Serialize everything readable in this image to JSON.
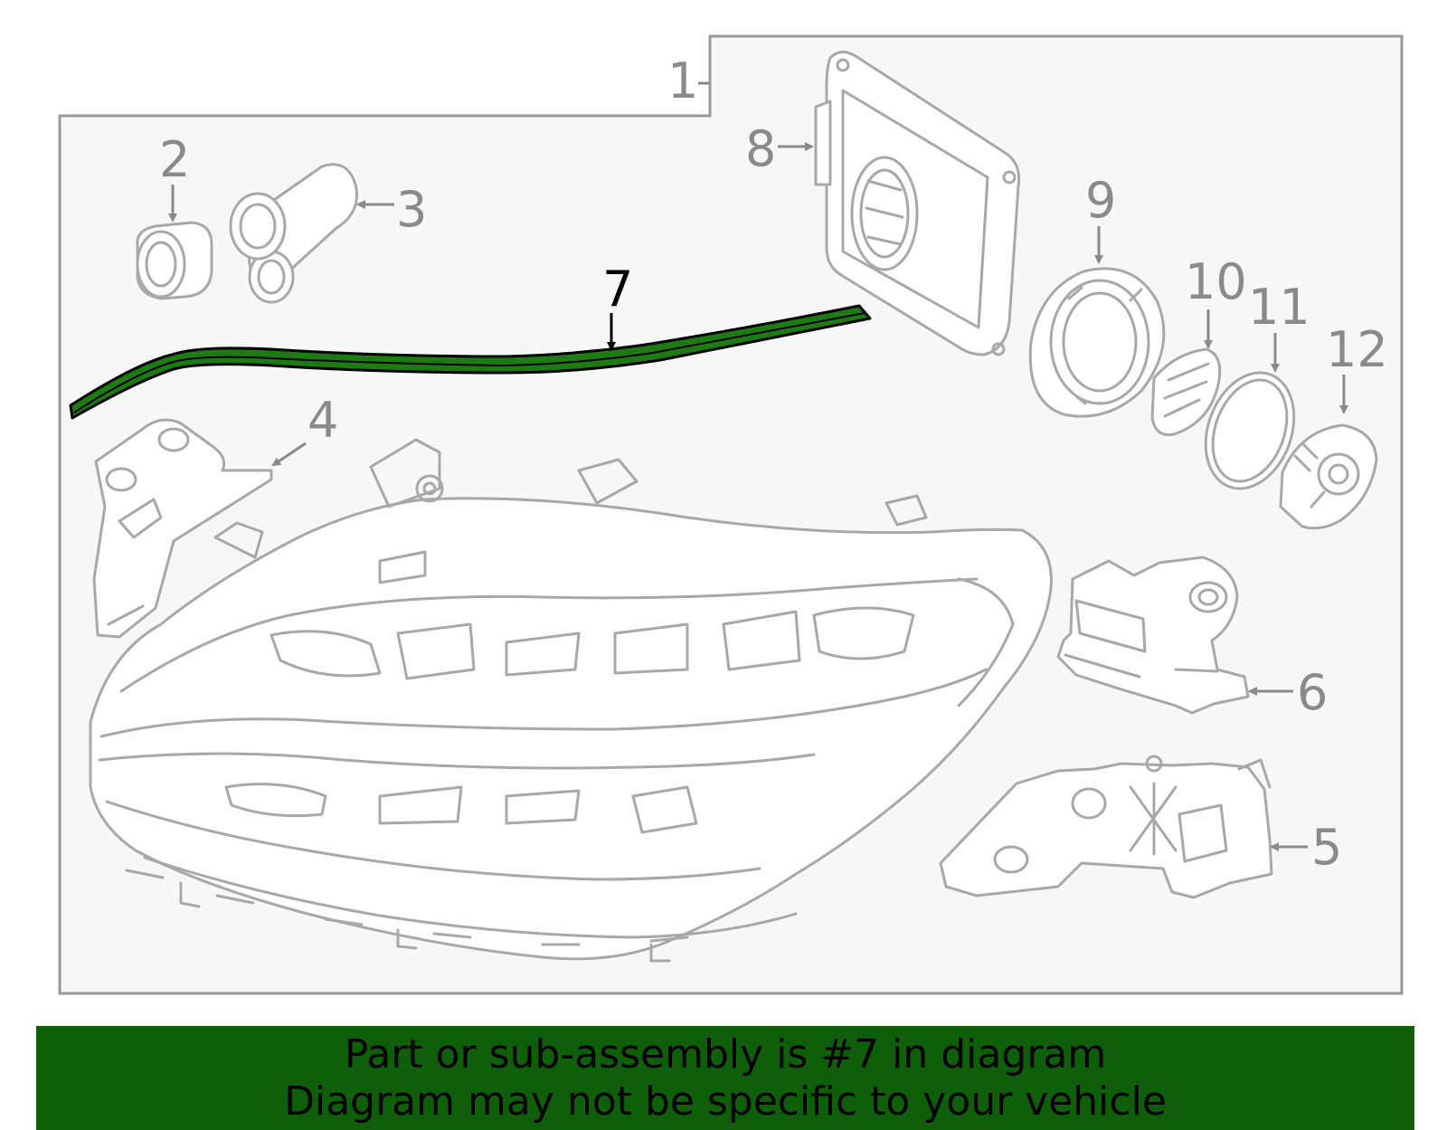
{
  "diagram": {
    "labels": {
      "1": "1",
      "2": "2",
      "3": "3",
      "4": "4",
      "5": "5",
      "6": "6",
      "7": "7",
      "8": "8",
      "9": "9",
      "10": "10",
      "11": "11",
      "12": "12"
    },
    "highlighted_part": "7",
    "highlight_color": "#1e7a12",
    "line_color": "#a8a8a8"
  },
  "banner": {
    "line1": "Part or sub-assembly is #7 in diagram",
    "line2": "Diagram may not be specific to your vehicle",
    "background": "#0f5f0a"
  }
}
